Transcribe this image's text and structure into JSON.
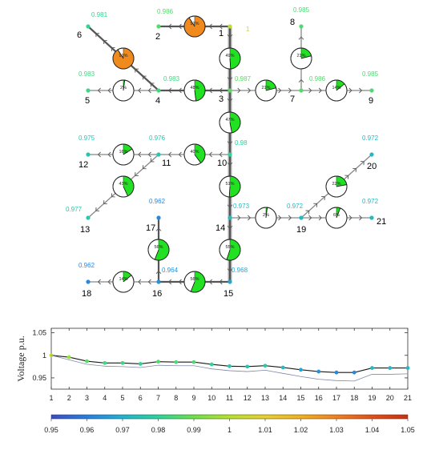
{
  "network": {
    "nodes": [
      {
        "id": "1",
        "voltage": "1"
      },
      {
        "id": "2",
        "voltage": "0.986"
      },
      {
        "id": "3",
        "voltage": "0.987"
      },
      {
        "id": "4",
        "voltage": "0.983"
      },
      {
        "id": "5",
        "voltage": "0.983"
      },
      {
        "id": "6",
        "voltage": "0.981"
      },
      {
        "id": "7",
        "voltage": "0.986"
      },
      {
        "id": "8",
        "voltage": "0.985"
      },
      {
        "id": "9",
        "voltage": "0.985"
      },
      {
        "id": "10",
        "voltage": "0.98"
      },
      {
        "id": "11",
        "voltage": "0.976"
      },
      {
        "id": "12",
        "voltage": "0.975"
      },
      {
        "id": "13",
        "voltage": "0.977"
      },
      {
        "id": "14",
        "voltage": "0.973"
      },
      {
        "id": "15",
        "voltage": "0.968"
      },
      {
        "id": "16",
        "voltage": "0.964"
      },
      {
        "id": "17",
        "voltage": "0.962"
      },
      {
        "id": "18",
        "voltage": "0.962"
      },
      {
        "id": "19",
        "voltage": "0.972"
      },
      {
        "id": "20",
        "voltage": "0.972"
      },
      {
        "id": "21",
        "voltage": "0.972"
      }
    ],
    "line_loadings": [
      {
        "from": "1",
        "to": "2",
        "label": "91%",
        "value": 91,
        "fill": "#f08a1c"
      },
      {
        "from": "1",
        "to": "3",
        "label": "49%",
        "value": 49,
        "fill": "#22e022"
      },
      {
        "from": "4",
        "to": "6",
        "label": "91%",
        "value": 91,
        "fill": "#f08a1c"
      },
      {
        "from": "3",
        "to": "4",
        "label": "48%",
        "value": 48,
        "fill": "#22e022"
      },
      {
        "from": "4",
        "to": "5",
        "label": "2%",
        "value": 2,
        "fill": "#22e022"
      },
      {
        "from": "3",
        "to": "7",
        "label": "21%",
        "value": 21,
        "fill": "#22e022"
      },
      {
        "from": "7",
        "to": "8",
        "label": "21%",
        "value": 21,
        "fill": "#22e022"
      },
      {
        "from": "7",
        "to": "9",
        "label": "14%",
        "value": 14,
        "fill": "#22e022"
      },
      {
        "from": "3",
        "to": "10",
        "label": "47%",
        "value": 47,
        "fill": "#22e022"
      },
      {
        "from": "10",
        "to": "11",
        "label": "40%",
        "value": 40,
        "fill": "#22e022"
      },
      {
        "from": "11",
        "to": "12",
        "label": "16%",
        "value": 16,
        "fill": "#22e022"
      },
      {
        "from": "11",
        "to": "13",
        "label": "43%",
        "value": 43,
        "fill": "#22e022"
      },
      {
        "from": "10",
        "to": "14",
        "label": "51%",
        "value": 51,
        "fill": "#22e022"
      },
      {
        "from": "14",
        "to": "19",
        "label": "2%",
        "value": 2,
        "fill": "#22e022"
      },
      {
        "from": "19",
        "to": "20",
        "label": "22%",
        "value": 22,
        "fill": "#22e022"
      },
      {
        "from": "19",
        "to": "21",
        "label": "6%",
        "value": 6,
        "fill": "#22e022"
      },
      {
        "from": "14",
        "to": "15",
        "label": "55%",
        "value": 55,
        "fill": "#22e022"
      },
      {
        "from": "15",
        "to": "16",
        "label": "56%",
        "value": 56,
        "fill": "#22e022"
      },
      {
        "from": "16",
        "to": "17",
        "label": "56%",
        "value": 56,
        "fill": "#22e022"
      },
      {
        "from": "16",
        "to": "18",
        "label": "14%",
        "value": 14,
        "fill": "#22e022"
      }
    ]
  },
  "chart_data": {
    "type": "line",
    "ylabel": "Voltage p.u.",
    "xlabel": "",
    "x": [
      1,
      2,
      3,
      4,
      5,
      6,
      7,
      8,
      9,
      10,
      11,
      12,
      13,
      14,
      15,
      16,
      17,
      18,
      19,
      20,
      21
    ],
    "ylim": [
      0.925,
      1.06
    ],
    "yticks": [
      "0.95",
      "1",
      "1.05"
    ],
    "series": [
      {
        "values": [
          1.0,
          0.996,
          0.987,
          0.983,
          0.983,
          0.981,
          0.986,
          0.985,
          0.985,
          0.98,
          0.976,
          0.975,
          0.977,
          0.973,
          0.968,
          0.964,
          0.962,
          0.962,
          0.972,
          0.972,
          0.972
        ],
        "color": "#1a1a1a"
      },
      {
        "values": [
          1.0,
          0.99,
          0.98,
          0.976,
          0.975,
          0.973,
          0.978,
          0.977,
          0.977,
          0.97,
          0.966,
          0.964,
          0.967,
          0.96,
          0.953,
          0.947,
          0.944,
          0.943,
          0.958,
          0.958,
          0.959
        ],
        "color": "#8088aa"
      }
    ],
    "colorbar": {
      "range": [
        0.95,
        1.05
      ],
      "ticks": [
        "0.95",
        "0.96",
        "0.97",
        "0.98",
        "0.99",
        "1",
        "1.01",
        "1.02",
        "1.03",
        "1.04",
        "1.05"
      ],
      "colors": [
        "#3b4cc0",
        "#2a7de0",
        "#20b2d0",
        "#2cd39a",
        "#6ee04a",
        "#b8e030",
        "#e8d030",
        "#f0b020",
        "#f08020",
        "#e05018",
        "#c83010"
      ]
    }
  }
}
